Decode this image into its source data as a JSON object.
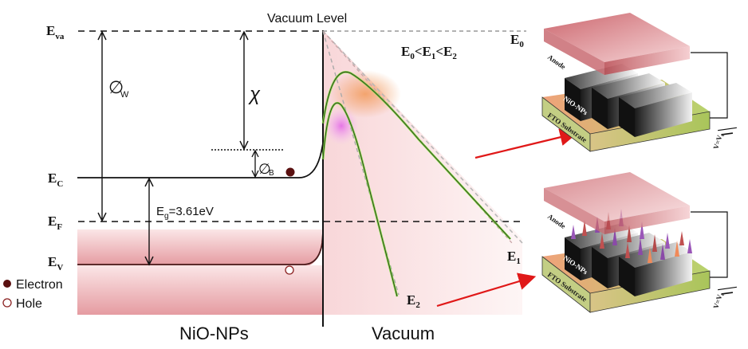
{
  "energy_levels": {
    "vacuum_level": "Vacuum Level",
    "e_va": {
      "main": "E",
      "sub": "va"
    },
    "e_c": {
      "main": "E",
      "sub": "C"
    },
    "e_f": {
      "main": "E",
      "sub": "F"
    },
    "e_v": {
      "main": "E",
      "sub": "V"
    }
  },
  "quantities": {
    "work_function": {
      "symbol": "∅",
      "sub": "W"
    },
    "electron_affinity": "χ",
    "barrier": {
      "symbol": "∅",
      "sub": "B"
    },
    "band_gap": {
      "main": "E",
      "sub": "g",
      "value": "=3.61eV"
    }
  },
  "field_energies": {
    "relation": {
      "e0": "E",
      "s0": "0",
      "lt1": "<E",
      "s1": "1",
      "lt2": "<E",
      "s2": "2"
    },
    "e0": {
      "main": "E",
      "sub": "0"
    },
    "e1": {
      "main": "E",
      "sub": "1"
    },
    "e2": {
      "main": "E",
      "sub": "2"
    }
  },
  "legend": {
    "electron": "Electron",
    "hole": "Hole"
  },
  "regions": {
    "left": "NiO-NPs",
    "right": "Vacuum"
  },
  "devices": {
    "top": {
      "anode": "Anode",
      "nps": "NiO-NPs",
      "substrate": "FTO Substrate",
      "voltage": "V=V",
      "voltage_sub": "0"
    },
    "bottom": {
      "anode": "Anode",
      "nps": "NiO-NPs",
      "substrate": "FTO Substrate",
      "voltage": "V=V",
      "voltage_sub": "0"
    }
  },
  "colors": {
    "valence_fill": "#e9a9ae",
    "vacuum_fill": "#fbe4e4",
    "barrier_green": "#7ddc3a",
    "arrow_red": "#e01818",
    "electron_dot": "#5a1010",
    "anode_fill": "#d9797e",
    "substrate_fill": "#c7d98e"
  }
}
